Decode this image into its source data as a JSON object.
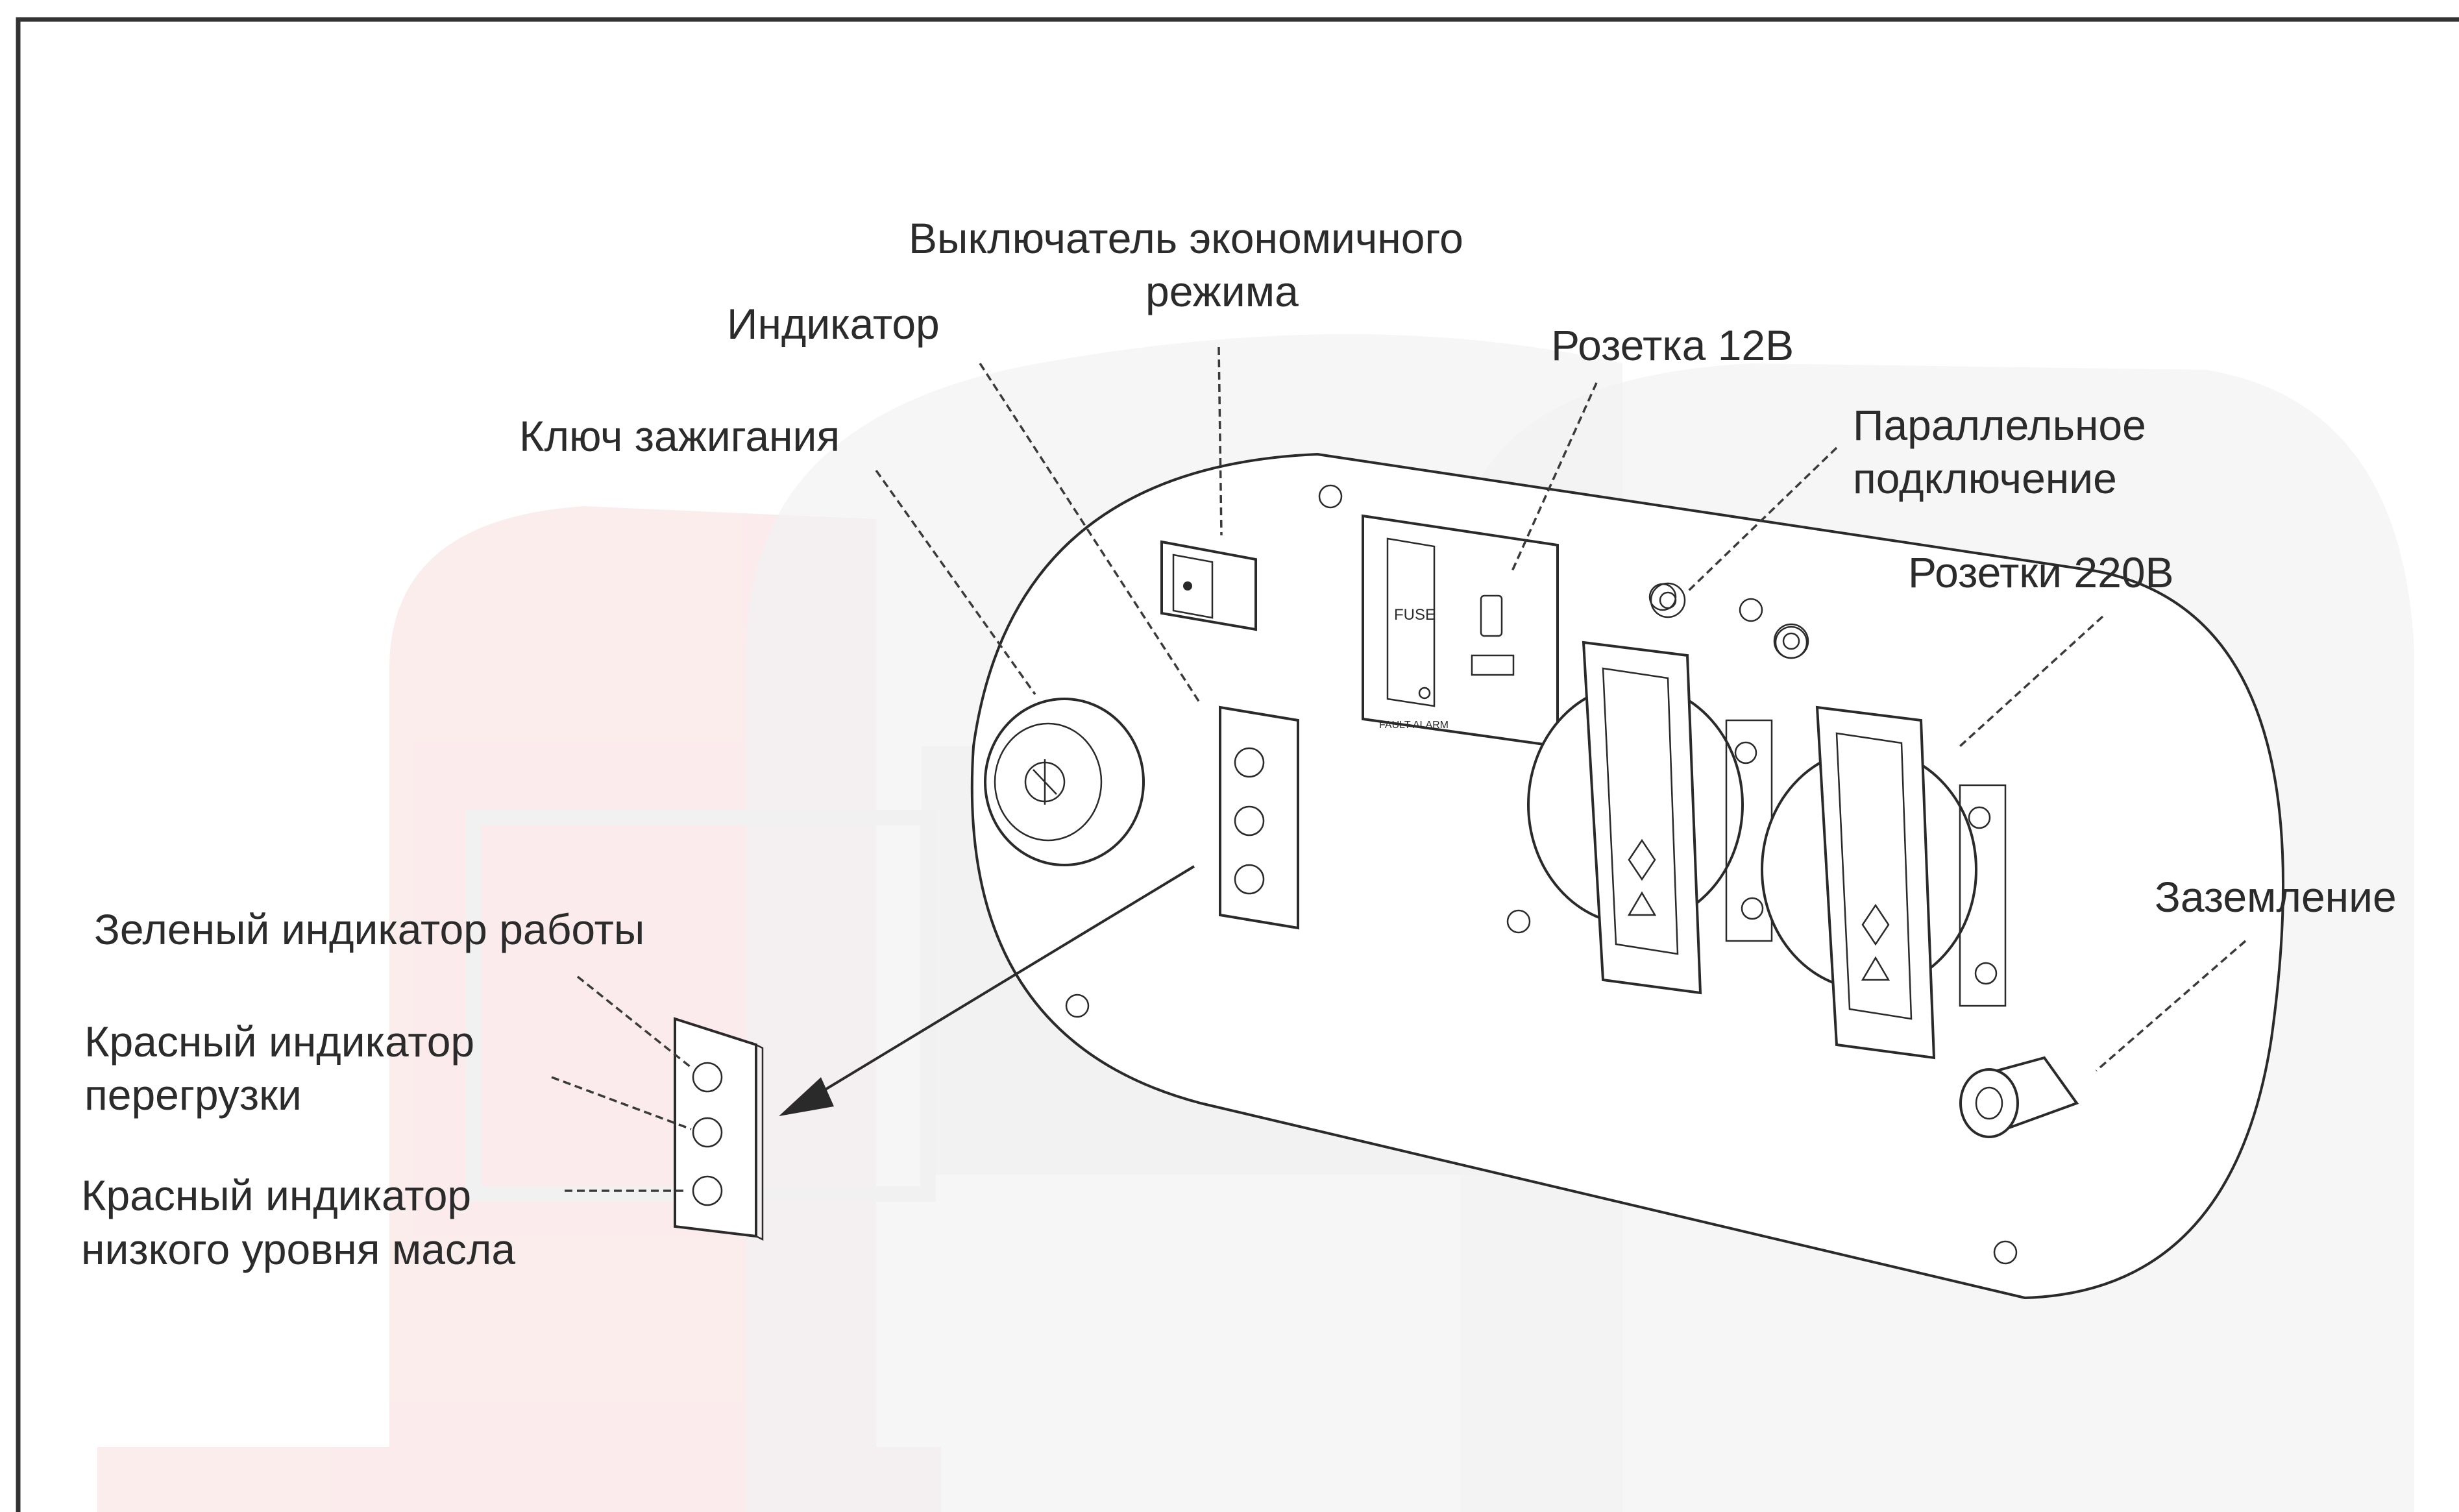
{
  "labels": {
    "eco_switch_line1": "Выключатель экономичного",
    "eco_switch_line2": "режима",
    "indicator": "Индикатор",
    "ignition_key": "Ключ зажигания",
    "socket_12v": "Розетка 12В",
    "parallel_line1": "Параллельное",
    "parallel_line2": "подключение",
    "sockets_220v": "Розетки 220В",
    "ground": "Заземление",
    "green_indicator": "Зеленый индикатор работы",
    "overload_line1": "Красный индикатор",
    "overload_line2": "перегрузки",
    "low_oil_line1": "Красный индикатор",
    "low_oil_line2": "низкого уровня масла"
  },
  "panel_markings": {
    "fuse": "FUSE",
    "fault_alarm": "FAULT ALARM"
  },
  "colors": {
    "watermark_red": "#d9323a",
    "watermark_gray": "#6f6f6f",
    "line": "#2a2a2a",
    "frame": "#333333"
  }
}
